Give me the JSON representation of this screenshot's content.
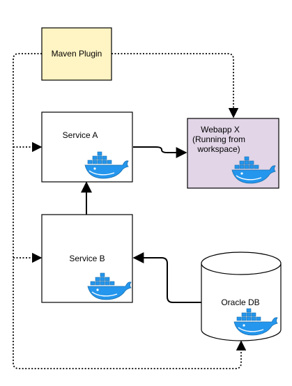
{
  "colors": {
    "maven_fill": "#fff4c3",
    "webapp_fill": "#e1d5e7",
    "docker_blue": "#2496ed",
    "docker_dark": "#1a6fae",
    "line": "#000000"
  },
  "nodes": {
    "maven": {
      "label": "Maven Plugin"
    },
    "service_a": {
      "label": "Service A",
      "icon": "docker-whale-icon"
    },
    "webapp": {
      "line1": "Webapp X",
      "line2": "(Running from",
      "line3": "workspace)",
      "icon": "docker-whale-icon"
    },
    "service_b": {
      "label": "Service B",
      "icon": "docker-whale-icon"
    },
    "oracle": {
      "label": "Oracle DB",
      "shape": "cylinder",
      "icon": "docker-whale-icon"
    }
  },
  "edges": [
    {
      "from": "maven",
      "to": "webapp",
      "style": "dotted"
    },
    {
      "from": "maven",
      "to": "service_a",
      "style": "dotted"
    },
    {
      "from": "maven",
      "to": "service_b",
      "style": "dotted"
    },
    {
      "from": "maven",
      "to": "oracle",
      "style": "dotted"
    },
    {
      "from": "service_a",
      "to": "webapp",
      "style": "solid"
    },
    {
      "from": "service_b",
      "to": "service_a",
      "style": "solid"
    },
    {
      "from": "oracle",
      "to": "service_b",
      "style": "solid"
    }
  ]
}
